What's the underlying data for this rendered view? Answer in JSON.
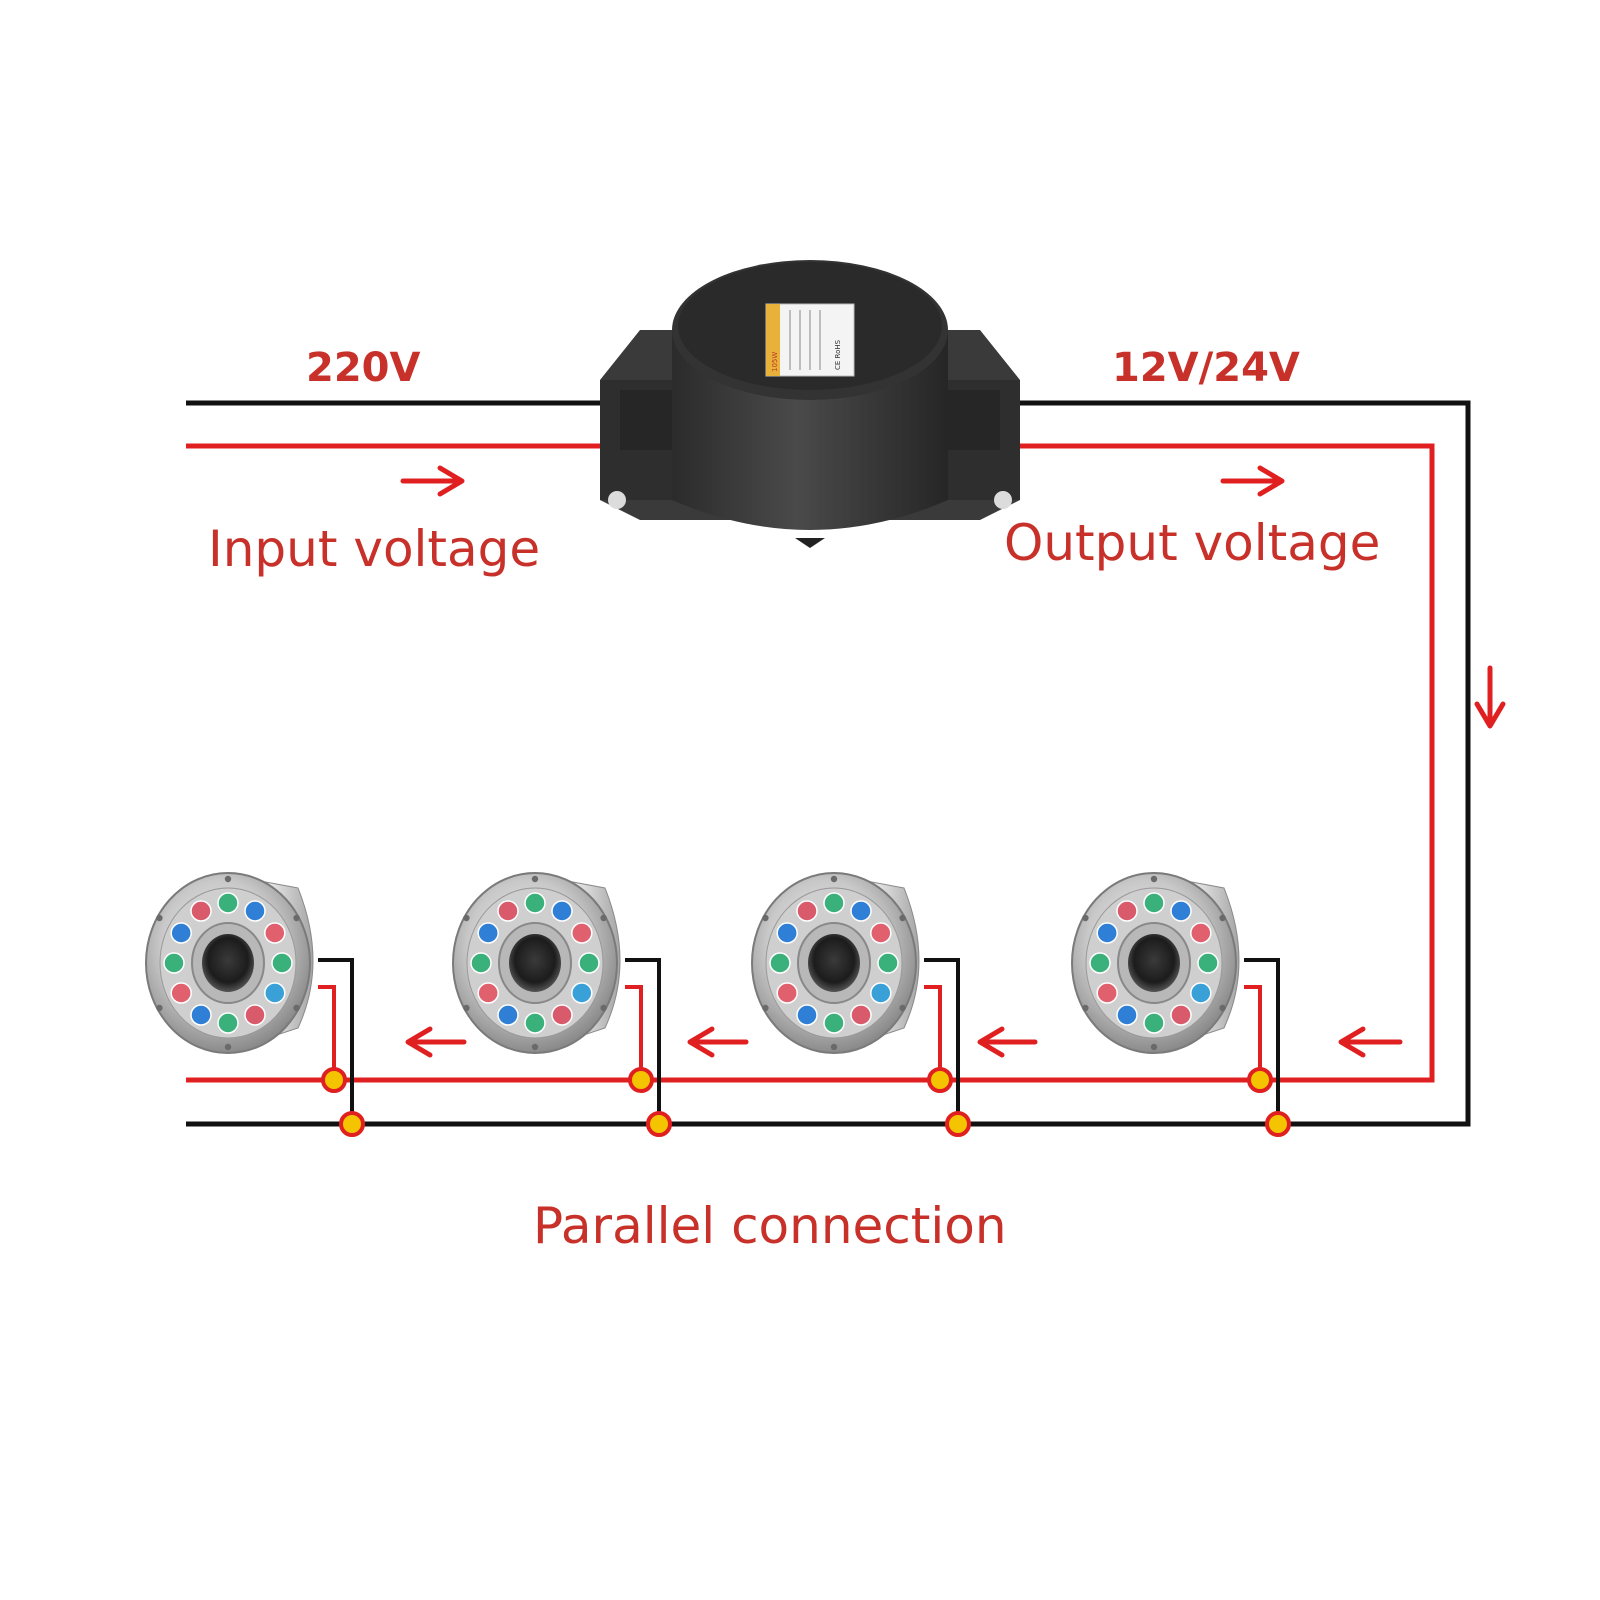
{
  "labels": {
    "input_voltage_value": "220V",
    "output_voltage_value": "12V/24V",
    "input_caption": "Input voltage",
    "output_caption": "Output voltage",
    "bottom_caption": "Parallel connection"
  },
  "transformer": {
    "label_power": "105W",
    "label_marks": "CE RoHS"
  },
  "lights": {
    "count": 4,
    "led_count_each": 12,
    "led_colors": [
      "#3ab07a",
      "#2f7fd6",
      "#e0606e",
      "#3ab07a",
      "#3aa0d8",
      "#d95a6a",
      "#3ab07a",
      "#2f7fd6",
      "#e0606e",
      "#3ab07a",
      "#2f7fd6",
      "#d95a6a"
    ]
  },
  "colors": {
    "live_wire": "#e02020",
    "neutral_wire": "#111111",
    "label_text": "#c8312a",
    "junction_fill": "#f5c400",
    "junction_stroke": "#e02020"
  },
  "arrows": {
    "direction_input": "right",
    "direction_output": "right",
    "direction_return": "down",
    "direction_bus": "left"
  }
}
